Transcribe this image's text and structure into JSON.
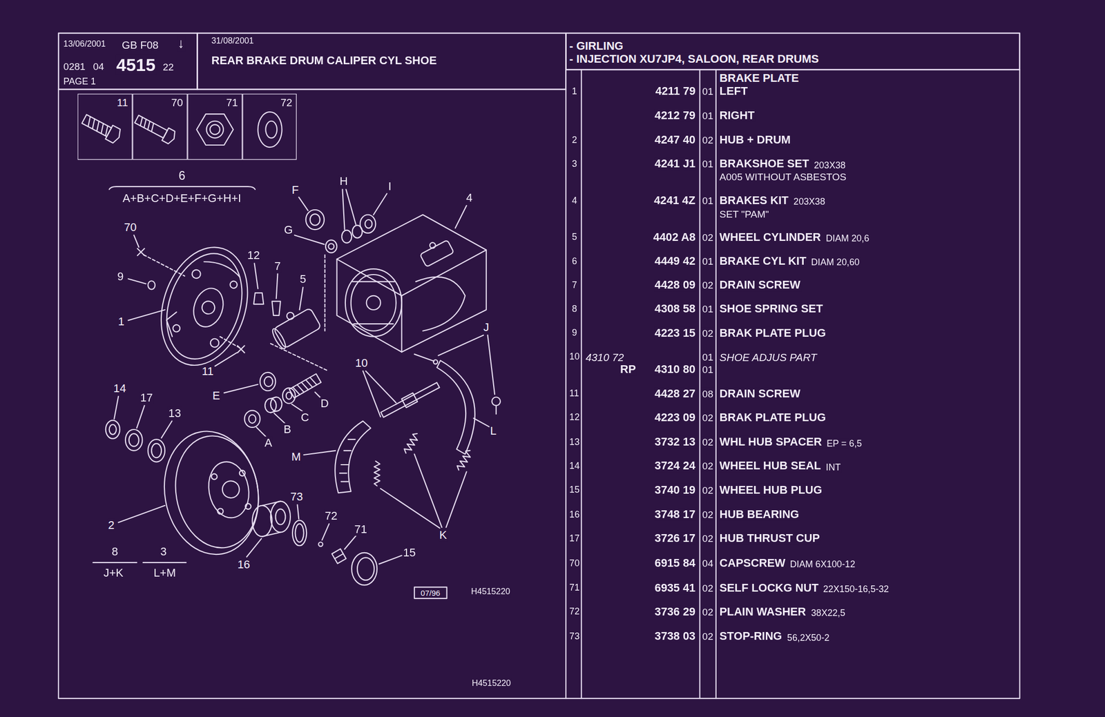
{
  "diagram": {
    "title": "REAR BRAKE DRUM CALIPER CYL SHOE",
    "nodes": [
      {
        "text": [
          "13/06/2001",
          "GB",
          "F08",
          "↓",
          "0281",
          "04",
          "4515",
          "22",
          "PAGE 1"
        ]
      },
      {
        "text": [
          "31/08/2001"
        ]
      },
      {
        "text": [
          "- GIRLING",
          "- INJECTION XU7JP4, SALOON, REAR DRUMS"
        ]
      },
      {
        "text": [
          "11"
        ]
      },
      {
        "text": [
          "70"
        ]
      },
      {
        "text": [
          "71"
        ]
      },
      {
        "text": [
          "72"
        ]
      }
    ],
    "labels": [
      "6",
      "A+B+C+D+E+F+G+H+I",
      "70",
      "9",
      "12",
      "7",
      "5",
      "1",
      "11",
      "F",
      "G",
      "H",
      "I",
      "4",
      "J",
      "10",
      "E",
      "D",
      "C",
      "B",
      "A",
      "14",
      "17",
      "13",
      "L",
      "M",
      "K",
      "2",
      "73",
      "72",
      "71",
      "15",
      "16",
      "8",
      "J+K",
      "3",
      "L+M",
      "07/96",
      "H4515220",
      "H4515220",
      "BRAKE PLATE",
      "1",
      "4211 79",
      "01",
      "LEFT",
      "4212 79",
      "01",
      "RIGHT",
      "2",
      "4247 40",
      "02",
      "HUB + DRUM",
      "3",
      "4241 J1",
      "01",
      "BRAKSHOE SET",
      "203X38",
      "A005 WITHOUT ASBESTOS",
      "4",
      "4241 4Z",
      "01",
      "BRAKES KIT",
      "203X38",
      "SET \"PAM\"",
      "5",
      "4402 A8",
      "02",
      "WHEEL CYLINDER",
      "DIAM 20,6",
      "6",
      "4449 42",
      "01",
      "BRAKE CYL KIT",
      "DIAM 20,60",
      "7",
      "4428 09",
      "02",
      "DRAIN SCREW",
      "8",
      "4308 58",
      "01",
      "SHOE SPRING SET",
      "9",
      "4223 15",
      "02",
      "BRAK PLATE PLUG",
      "10",
      "4310 72",
      "01",
      "SHOE ADJUS PART",
      "RP",
      "4310 80",
      "01",
      "11",
      "4428 27",
      "08",
      "DRAIN SCREW",
      "12",
      "4223 09",
      "02",
      "BRAK PLATE PLUG",
      "13",
      "3732 13",
      "02",
      "WHL HUB SPACER",
      "EP = 6,5",
      "14",
      "3724 24",
      "02",
      "WHEEL HUB SEAL",
      "INT",
      "15",
      "3740 19",
      "02",
      "WHEEL HUB PLUG",
      "16",
      "3748 17",
      "02",
      "HUB BEARING",
      "17",
      "3726 17",
      "02",
      "HUB THRUST CUP",
      "70",
      "6915 84",
      "04",
      "CAPSCREW",
      "DIAM 6X100-12",
      "71",
      "6935 41",
      "02",
      "SELF LOCKG NUT",
      "22X150-16,5-32",
      "72",
      "3736 29",
      "02",
      "PLAIN WASHER",
      "38X22,5",
      "73",
      "3738 03",
      "02",
      "STOP-RING",
      "56,2X50-2"
    ]
  }
}
